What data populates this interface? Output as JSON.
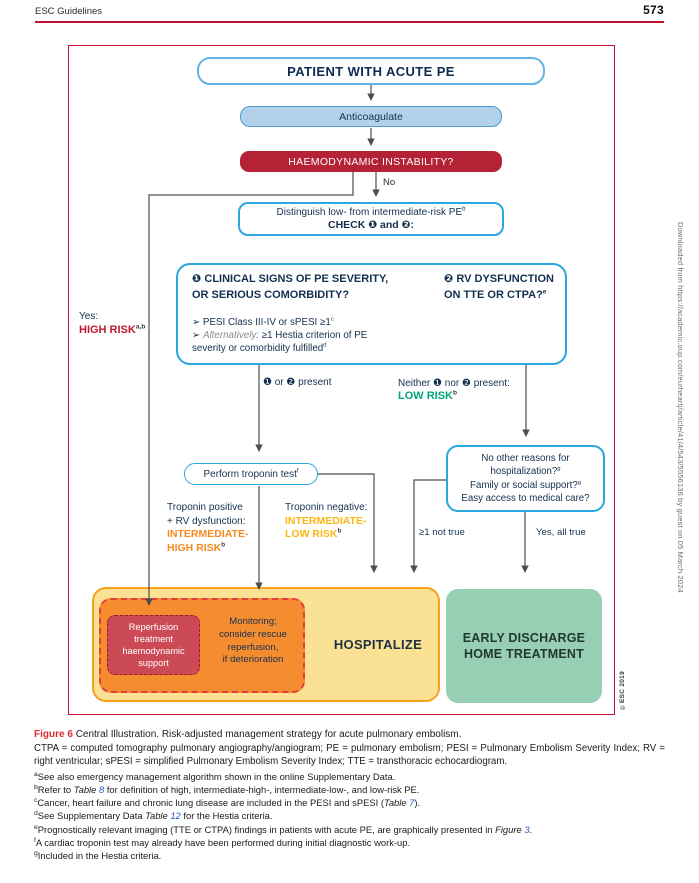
{
  "header": {
    "journal_title": "ESC Guidelines",
    "page_number": "573"
  },
  "download_notice": "Downloaded from https://academic.oup.com/eurheartj/article/41/4/543/5556136 by guest on 05 March 2024",
  "figure": {
    "copyright": "©ESC 2019",
    "patient_box": "PATIENT WITH ACUTE PE",
    "anticoagulate_box": "Anticoagulate",
    "haemodynamic_box": "HAEMODYNAMIC INSTABILITY?",
    "no_label": "No",
    "yes_label": "Yes:",
    "high_risk_label": "HIGH RISK",
    "high_risk_sup": "a,b",
    "distinguish_box": {
      "line1": "Distinguish low- from intermediate-risk PE",
      "line1_sup": "b",
      "line2": "CHECK ❶ and ❷:"
    },
    "check_box": {
      "q1_line1": "❶ CLINICAL SIGNS OF PE SEVERITY,",
      "q1_line2": "OR SERIOUS COMORBIDITY?",
      "bullet1": "➢ PESI Class III-IV or sPESI ≥1",
      "bullet1_sup": "c",
      "bullet2_marker": "➢ ",
      "bullet2_italic": "Alternatively:",
      "bullet2_rest": " ≥1 Hestia criterion of PE",
      "bullet3": "severity or comorbidity fulfilled",
      "bullet3_sup": "d",
      "q2_line1": "❷ RV DYSFUNCTION",
      "q2_line2": "ON TTE OR CTPA?",
      "q2_sup": "e"
    },
    "branch_one_two_present": "❶ or ❷ present",
    "branch_neither": "Neither ❶ nor ❷ present:",
    "low_risk_label": "LOW RISK",
    "low_risk_sup": "b",
    "troponin_box": "Perform troponin test",
    "troponin_sup": "f",
    "troponin_positive": {
      "line1": "Troponin positive",
      "line2": "+ RV dysfunction:",
      "line3": "INTERMEDIATE-",
      "line4": "HIGH RISK",
      "sup": "b"
    },
    "troponin_negative": {
      "line1": "Troponin negative:",
      "line2": "INTERMEDIATE-",
      "line3": "LOW RISK",
      "sup": "b"
    },
    "criteria_box": {
      "line1": "No other reasons for",
      "line2": "hospitalization?",
      "line2_sup": "g",
      "line3": "Family or social support?",
      "line3_sup": "g",
      "line4": "Easy access to medical care?"
    },
    "ge1_not_true_label": "≥1 not true",
    "yes_all_true_label": "Yes, all true",
    "reperfusion_box": {
      "line1": "Reperfusion",
      "line2": "treatment",
      "line3": "haemodynamic",
      "line4": "support"
    },
    "monitoring_box": {
      "line1": "Monitoring;",
      "line2": "consider rescue",
      "line3": "reperfusion,",
      "line4": "if deterioration"
    },
    "hospitalize_label": "HOSPITALIZE",
    "early_discharge_box": {
      "line1": "EARLY DISCHARGE",
      "line2": "HOME TREATMENT"
    }
  },
  "caption": {
    "figure_label": "Figure 6",
    "text": "Central Illustration. Risk-adjusted management strategy for acute pulmonary embolism.",
    "abbreviations": "CTPA = computed tomography pulmonary angiography/angiogram; PE = pulmonary embolism; PESI = Pulmonary Embolism Severity Index; RV = right ventricular; sPESI = simplified Pulmonary Embolism Severity Index; TTE = transthoracic echocardiogram."
  },
  "footnotes": {
    "a": {
      "sup": "a",
      "text": "See also emergency management algorithm shown in the online Supplementary Data."
    },
    "b": {
      "sup": "b",
      "pre": "Refer to ",
      "ref": "Table ",
      "num": "8",
      "post": " for definition of high, intermediate-high-, intermediate-low-, and low-risk PE."
    },
    "c": {
      "sup": "c",
      "pre": "Cancer, heart failure and chronic lung disease are included in the PESI and sPESI (",
      "ref": "Table ",
      "num": "7",
      "post": ")."
    },
    "d": {
      "sup": "d",
      "pre": "See Supplementary Data ",
      "ref": "Table ",
      "num": "12",
      "post": " for the Hestia criteria."
    },
    "e": {
      "sup": "e",
      "pre": "Prognostically relevant imaging (TTE or CTPA) findings in patients with acute PE, are graphically presented in ",
      "ref": "Figure ",
      "num": "3",
      "post": "."
    },
    "f": {
      "sup": "f",
      "text": "A cardiac troponin test may already have been performed during initial diagnostic work-up."
    },
    "g": {
      "sup": "g",
      "text": "Included in the Hestia criteria."
    }
  },
  "colors": {
    "frame_red": "#c51230",
    "node_crimson": "#b52135",
    "node_blue_border": "#29a7e0",
    "anticoagulate_fill": "#b2d2eb",
    "high_risk_red": "#c0182f",
    "low_risk_green": "#00a878",
    "intermediate_high_orange": "#f6891f",
    "intermediate_low_yellow": "#fcb614",
    "hospitalize_fill": "#fbe194",
    "hospitalize_border": "#f6a21d",
    "monitoring_fill": "#f68c30",
    "reperfusion_fill": "#cb4a56",
    "early_discharge_fill": "#97cfb4",
    "reference_link_blue": "#2457c5"
  }
}
